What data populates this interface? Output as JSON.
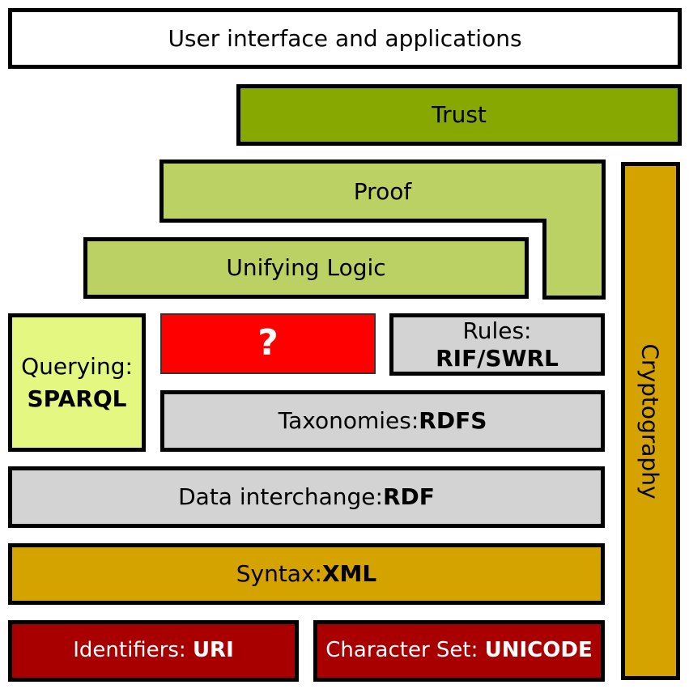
{
  "colors": {
    "white": "#ffffff",
    "trust": "#86a800",
    "logic": "#bcd164",
    "querying": "#e4f781",
    "unknown": "#ff0000",
    "grey": "#d3d3d3",
    "syntax": "#d4a300",
    "identifiers": "#a80000",
    "crypto": "#d4a300"
  },
  "layers": {
    "ui": {
      "text": "User interface and applications"
    },
    "trust": {
      "text": "Trust"
    },
    "proof": {
      "text": "Proof"
    },
    "unifying_logic": {
      "text": "Unifying Logic"
    },
    "querying": {
      "prefix": "Querying:",
      "bold": "SPARQL"
    },
    "unknown": {
      "text": "?"
    },
    "rules": {
      "prefix": "Rules:",
      "bold": "RIF/SWRL"
    },
    "taxonomies": {
      "prefix": "Taxonomies:",
      "bold": "RDFS"
    },
    "data_interchange": {
      "prefix": "Data interchange:",
      "bold": "RDF"
    },
    "syntax": {
      "prefix": "Syntax:",
      "bold": "XML"
    },
    "identifiers": {
      "prefix": "Identifiers: ",
      "bold": "URI"
    },
    "charset": {
      "prefix": "Character Set: ",
      "bold": "UNICODE"
    },
    "cryptography": {
      "text": "Cryptography"
    }
  }
}
